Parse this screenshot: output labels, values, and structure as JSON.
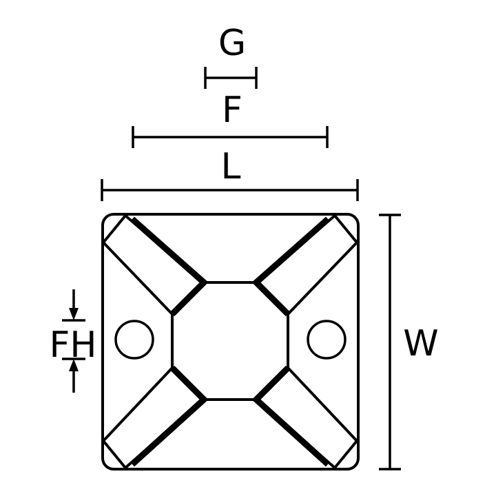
{
  "labels": {
    "g": "G",
    "f": "F",
    "l": "L",
    "w": "W",
    "fh": "FH"
  },
  "colors": {
    "line": "#000000",
    "background": "#ffffff"
  }
}
